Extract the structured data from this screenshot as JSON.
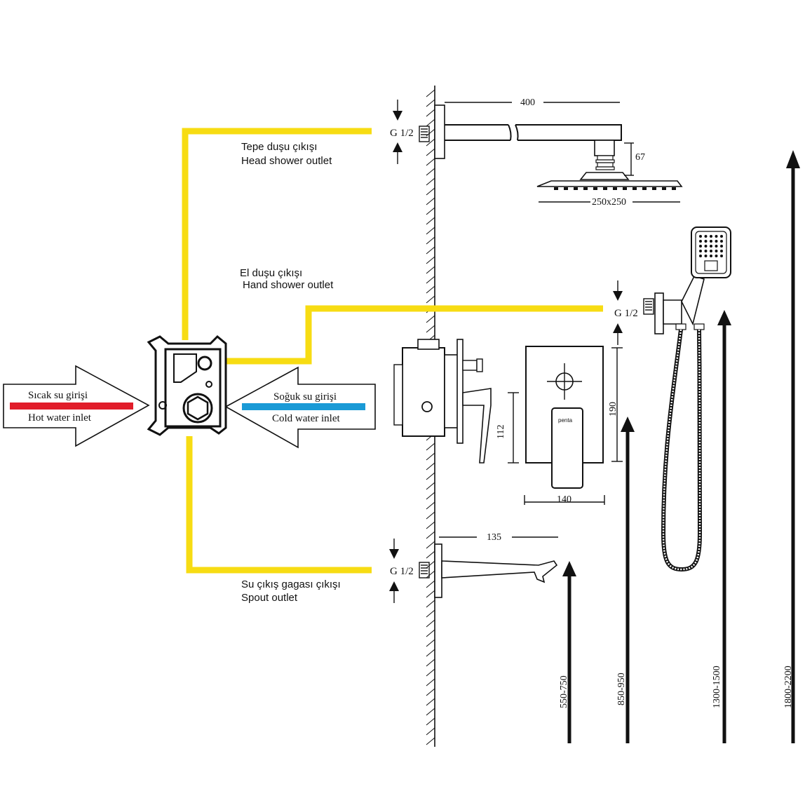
{
  "colors": {
    "pipe": "#f7dc13",
    "hot": "#e11d2a",
    "cold": "#1a9ad6",
    "line": "#111111"
  },
  "outlets": {
    "head": {
      "label_tr": "Tepe duşu çıkışı",
      "label_en": "Head shower outlet",
      "thread": "G 1/2"
    },
    "hand": {
      "label_tr": "El duşu çıkışı",
      "label_en": "Hand shower outlet",
      "thread": "G 1/2"
    },
    "spout": {
      "label_tr": "Su çıkış gagası çıkışı",
      "label_en": "Spout outlet",
      "thread": "G 1/2"
    }
  },
  "inlets": {
    "hot": {
      "label_tr": "Sıcak su girişi",
      "label_en": "Hot water inlet"
    },
    "cold": {
      "label_tr": "Soğuk su girişi",
      "label_en": "Cold water inlet"
    }
  },
  "dimensions": {
    "arm_length": "400",
    "head_height": "67",
    "head_size": "250x250",
    "spout_length": "135",
    "plate_width": "140",
    "plate_height": "190",
    "valve_depth": "112"
  },
  "heights": {
    "spout": "550-750",
    "valve": "850-950",
    "hand": "1300-1500",
    "head": "1800-2200"
  },
  "brand": "penta"
}
